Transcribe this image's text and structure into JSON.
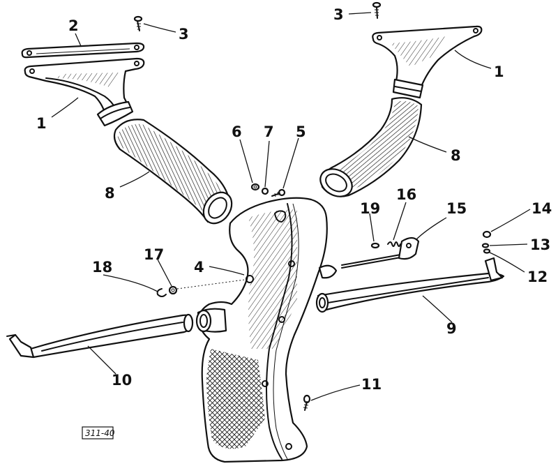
{
  "diagram": {
    "reference_code": "311-40",
    "callouts": [
      {
        "id": "c1a",
        "text": "1"
      },
      {
        "id": "c1b",
        "text": "1"
      },
      {
        "id": "c2",
        "text": "2"
      },
      {
        "id": "c3a",
        "text": "3"
      },
      {
        "id": "c3b",
        "text": "3"
      },
      {
        "id": "c4",
        "text": "4"
      },
      {
        "id": "c5",
        "text": "5"
      },
      {
        "id": "c6",
        "text": "6"
      },
      {
        "id": "c7",
        "text": "7"
      },
      {
        "id": "c8a",
        "text": "8"
      },
      {
        "id": "c8b",
        "text": "8"
      },
      {
        "id": "c9",
        "text": "9"
      },
      {
        "id": "c10",
        "text": "10"
      },
      {
        "id": "c11",
        "text": "11"
      },
      {
        "id": "c12",
        "text": "12"
      },
      {
        "id": "c13",
        "text": "13"
      },
      {
        "id": "c14",
        "text": "14"
      },
      {
        "id": "c15",
        "text": "15"
      },
      {
        "id": "c16",
        "text": "16"
      },
      {
        "id": "c17",
        "text": "17"
      },
      {
        "id": "c18",
        "text": "18"
      },
      {
        "id": "c19",
        "text": "19"
      }
    ]
  }
}
